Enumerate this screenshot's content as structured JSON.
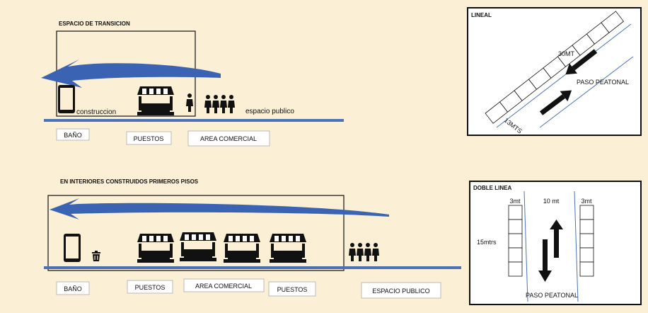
{
  "top": {
    "title": "ESPACIO DE TRANSICION",
    "building_label": "construccion",
    "public_label": "espacio publico",
    "boxes": [
      "BAÑO",
      "PUESTOS",
      "AREA COMERCIAL"
    ]
  },
  "bottom": {
    "title": "EN INTERIORES CONSTRUIDOS PRIMEROS PISOS",
    "boxes": [
      "BAÑO",
      "PUESTOS",
      "AREA COMERCIAL",
      "PUESTOS",
      "ESPACIO PUBLICO"
    ]
  },
  "lineal": {
    "title": "LINEAL",
    "length": "30MT",
    "width": "13MTS",
    "walk": "PASO PEATONAL"
  },
  "doble": {
    "title": "DOBLE LINEA",
    "left_width": "3mt",
    "middle_width": "10 mt",
    "right_width": "3mt",
    "length": "15mtrs",
    "walk": "PASO PEATONAL"
  },
  "colors": {
    "background": "#fbefd6",
    "line": "#4a72b8",
    "arrow": "#3b63b3"
  }
}
